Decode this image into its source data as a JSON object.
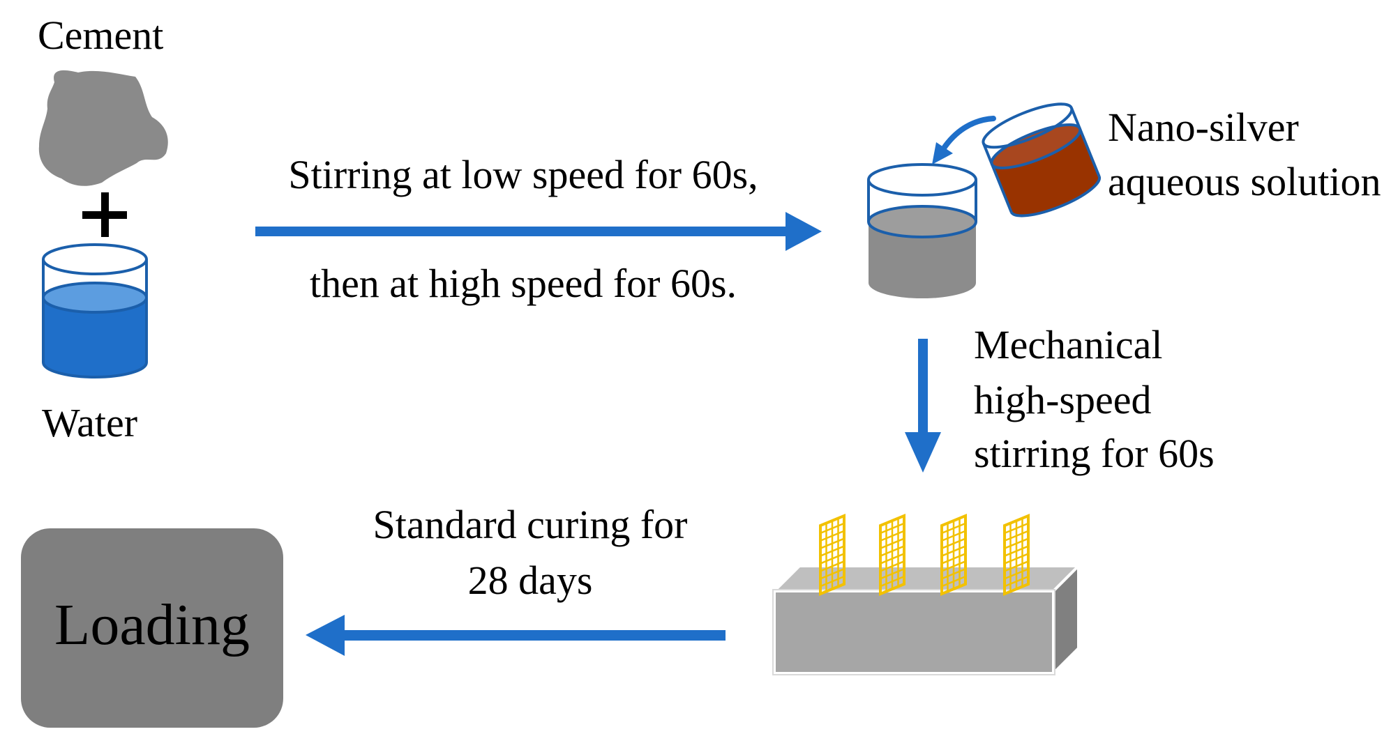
{
  "ingredients": {
    "cement_label": "Cement",
    "plus_symbol": "+",
    "water_label": "Water"
  },
  "step1": {
    "line1": "Stirring at low speed for 60s,",
    "line2": "then at high speed for 60s."
  },
  "additive": {
    "line1": "Nano-silver",
    "line2": "aqueous solution"
  },
  "step2": {
    "line1": "Mechanical",
    "line2": "high-speed",
    "line3": "stirring for 60s"
  },
  "step3": {
    "line1": "Standard curing for",
    "line2": "28 days"
  },
  "final": {
    "label": "Loading"
  },
  "colors": {
    "arrow_blue": "#1f6fc9",
    "water_blue": "#1f6fc9",
    "cement_gray": "#8a8a8a",
    "mix_gray": "#8c8c8c",
    "solution_brown": "#993300",
    "loading_gray": "#7f7f7f",
    "specimen_gray": "#a6a6a6",
    "mesh_yellow": "#f2c100"
  },
  "icons": [
    "cement-lump-icon",
    "water-beaker-icon",
    "mixing-beaker-icon",
    "nano-silver-beaker-icon",
    "pour-arrow-icon",
    "concrete-specimen-icon",
    "mesh-electrode-icon"
  ]
}
